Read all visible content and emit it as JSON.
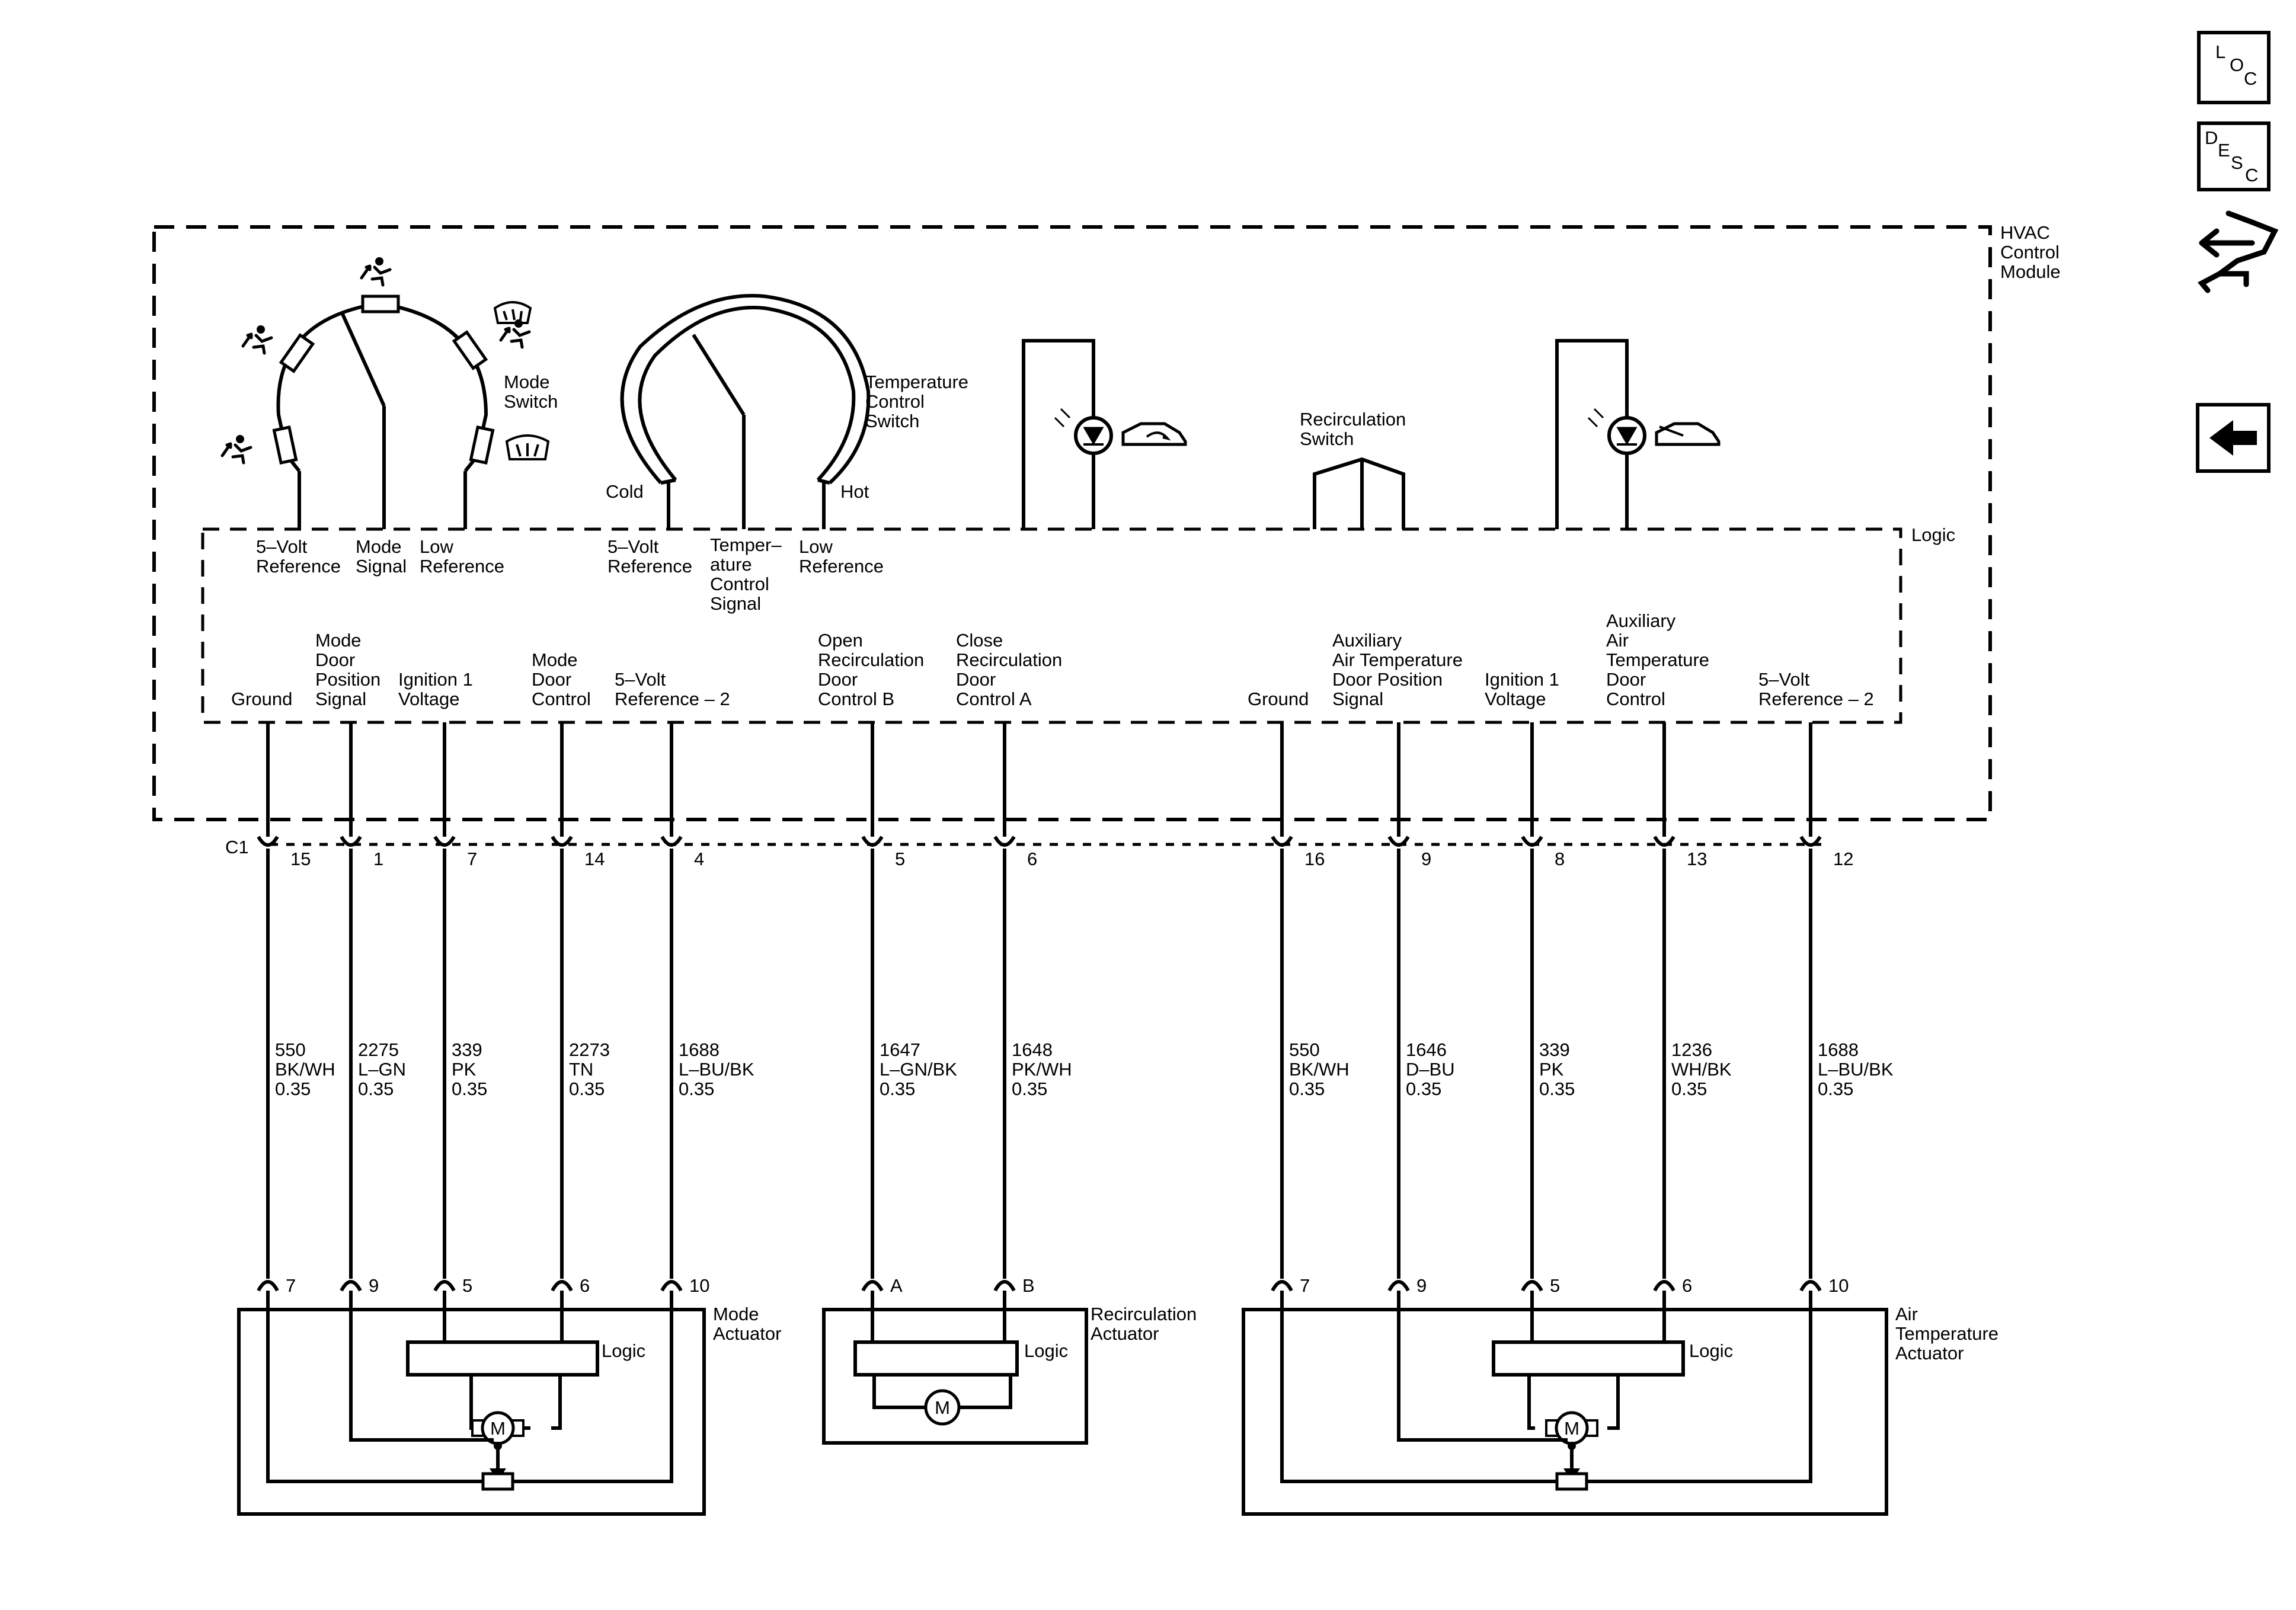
{
  "module": {
    "title_lines": [
      "HVAC",
      "Control",
      "Module"
    ],
    "logic_label": "Logic",
    "connector_label": "C1"
  },
  "mode_switch": {
    "label_lines": [
      "Mode",
      "Switch"
    ],
    "term_5v": [
      "5–Volt",
      "Reference"
    ],
    "term_signal": [
      "Mode",
      "Signal"
    ],
    "term_low": [
      "Low",
      "Reference"
    ]
  },
  "temp_switch": {
    "label_lines": [
      "Temperature",
      "Control",
      "Switch"
    ],
    "cold": "Cold",
    "hot": "Hot",
    "term_5v": [
      "5–Volt",
      "Reference"
    ],
    "term_signal": [
      "Temper–",
      "ature",
      "Control",
      "Signal"
    ],
    "term_low": [
      "Low",
      "Reference"
    ]
  },
  "recirc_switch": {
    "label_lines": [
      "Recirculation",
      "Switch"
    ]
  },
  "circuits": [
    {
      "func": [
        "Ground"
      ],
      "pin": "15",
      "circuit": "550",
      "color": "BK/WH",
      "gauge": "0.35",
      "act_pin": "7"
    },
    {
      "func": [
        "Mode",
        "Door",
        "Position",
        "Signal"
      ],
      "pin": "1",
      "circuit": "2275",
      "color": "L–GN",
      "gauge": "0.35",
      "act_pin": "9"
    },
    {
      "func": [
        "Ignition 1",
        "Voltage"
      ],
      "pin": "7",
      "circuit": "339",
      "color": "PK",
      "gauge": "0.35",
      "act_pin": "5"
    },
    {
      "func": [
        "Mode",
        "Door",
        "Control"
      ],
      "pin": "14",
      "circuit": "2273",
      "color": "TN",
      "gauge": "0.35",
      "act_pin": "6"
    },
    {
      "func": [
        "5–Volt",
        "Reference – 2"
      ],
      "pin": "4",
      "circuit": "1688",
      "color": "L–BU/BK",
      "gauge": "0.35",
      "act_pin": "10"
    },
    {
      "func": [
        "Open",
        "Recirculation",
        "Door",
        "Control B"
      ],
      "pin": "5",
      "circuit": "1647",
      "color": "L–GN/BK",
      "gauge": "0.35",
      "act_pin": "A"
    },
    {
      "func": [
        "Close",
        "Recirculation",
        "Door",
        "Control A"
      ],
      "pin": "6",
      "circuit": "1648",
      "color": "PK/WH",
      "gauge": "0.35",
      "act_pin": "B"
    },
    {
      "func": [
        "Ground"
      ],
      "pin": "16",
      "circuit": "550",
      "color": "BK/WH",
      "gauge": "0.35",
      "act_pin": "7"
    },
    {
      "func": [
        "Auxiliary",
        "Air Temperature",
        "Door Position",
        "Signal"
      ],
      "pin": "9",
      "circuit": "1646",
      "color": "D–BU",
      "gauge": "0.35",
      "act_pin": "9"
    },
    {
      "func": [
        "Ignition 1",
        "Voltage"
      ],
      "pin": "8",
      "circuit": "339",
      "color": "PK",
      "gauge": "0.35",
      "act_pin": "5"
    },
    {
      "func": [
        "Auxiliary",
        "Air",
        "Temperature",
        "Door",
        "Control"
      ],
      "pin": "13",
      "circuit": "1236",
      "color": "WH/BK",
      "gauge": "0.35",
      "act_pin": "6"
    },
    {
      "func": [
        "5–Volt",
        "Reference – 2"
      ],
      "pin": "12",
      "circuit": "1688",
      "color": "L–BU/BK",
      "gauge": "0.35",
      "act_pin": "10"
    }
  ],
  "actuators": {
    "mode": {
      "label_lines": [
        "Mode",
        "Actuator"
      ],
      "logic": "Logic",
      "motor": "M"
    },
    "recirc": {
      "label_lines": [
        "Recirculation",
        "Actuator"
      ],
      "logic": "Logic",
      "motor": "M"
    },
    "air_temp": {
      "label_lines": [
        "Air",
        "Temperature",
        "Actuator"
      ],
      "logic": "Logic",
      "motor": "M"
    }
  },
  "nav": {
    "loc": {
      "chars": [
        "L",
        "O",
        "C"
      ]
    },
    "desc": {
      "chars": [
        "D",
        "E",
        "S",
        "C"
      ]
    },
    "connector_icon": "connector-end-view-icon",
    "back_icon": "back-arrow-icon"
  }
}
